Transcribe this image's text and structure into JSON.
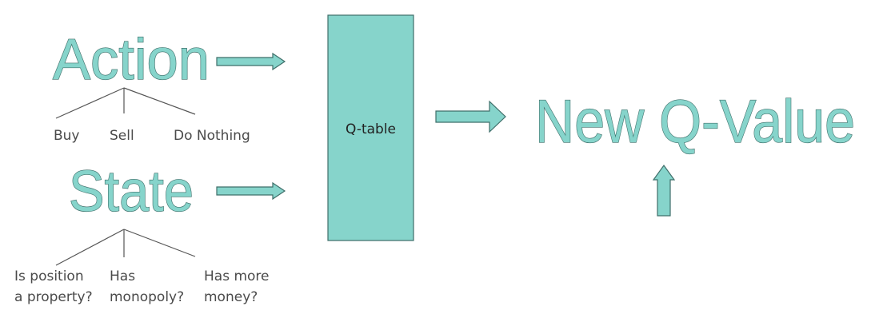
{
  "colors": {
    "teal_fill": "#86d4cb",
    "teal_stroke": "#3f6f6a",
    "line": "#555555",
    "text": "#4a4a4a"
  },
  "action": {
    "title": "Action",
    "options": [
      "Buy",
      "Sell",
      "Do Nothing"
    ]
  },
  "state": {
    "title": "State",
    "options": [
      [
        "Is position",
        "a property?"
      ],
      [
        "Has",
        "monopoly?"
      ],
      [
        "Has more",
        "money?"
      ]
    ]
  },
  "qtable": {
    "label": "Q-table"
  },
  "output": {
    "title": "New Q-Value"
  }
}
